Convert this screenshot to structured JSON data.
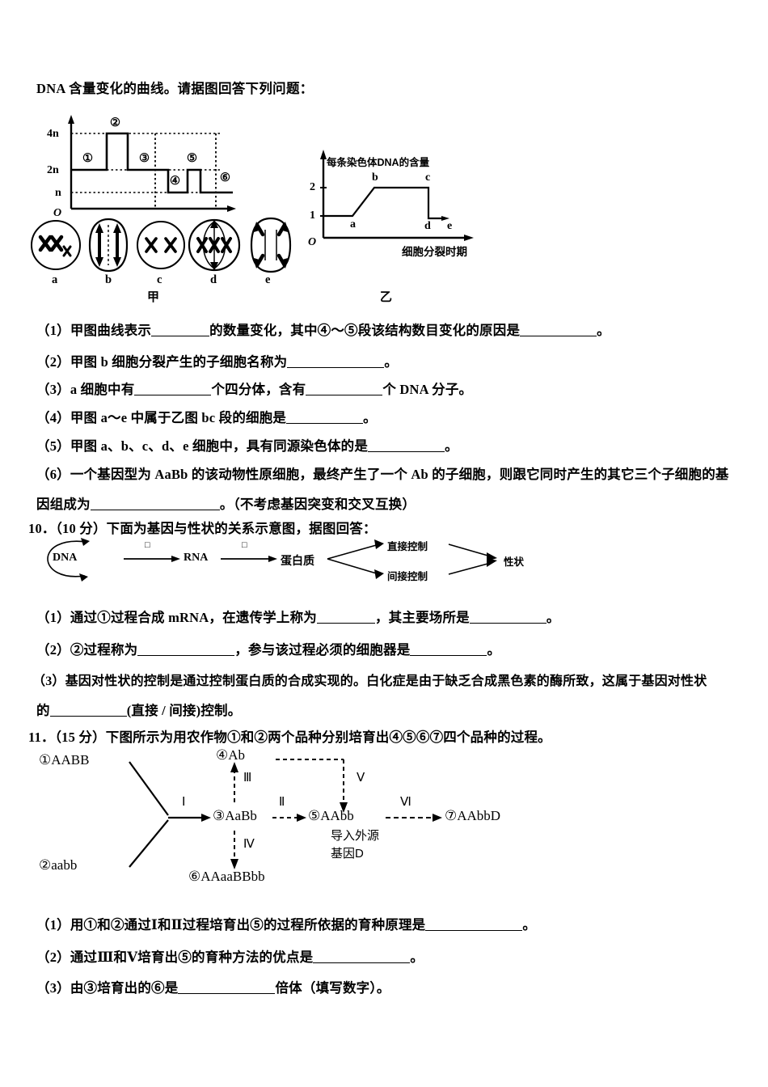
{
  "lead_text": "DNA 含量变化的曲线。请据图回答下列问题：",
  "chart_jia": {
    "caption": "甲",
    "origin_label": "O",
    "y_ticks": [
      "4n",
      "2n",
      "n"
    ],
    "segment_labels": [
      "①",
      "②",
      "③",
      "④",
      "⑤",
      "⑥"
    ],
    "cell_labels": [
      "a",
      "b",
      "c",
      "d",
      "e"
    ]
  },
  "chart_yi": {
    "caption": "乙",
    "origin_label": "O",
    "y_title": "每条染色体DNA的含量",
    "x_title": "细胞分裂时期",
    "y_ticks": [
      "2",
      "1"
    ],
    "point_labels": [
      "a",
      "b",
      "c",
      "d",
      "e"
    ]
  },
  "chart_data": [
    {
      "type": "line",
      "title": "甲",
      "xlabel": "",
      "ylabel": "",
      "ytick_labels": [
        "n",
        "2n",
        "4n"
      ],
      "ytick_values": [
        1,
        2,
        4
      ],
      "ylim": [
        0,
        4.6
      ],
      "grid": "dotted-horizontal",
      "annotations": [
        "①",
        "②",
        "③",
        "④",
        "⑤",
        "⑥"
      ],
      "x": [
        0,
        0.18,
        0.18,
        0.3,
        0.3,
        0.55,
        0.55,
        0.66,
        0.66,
        0.74,
        0.74,
        0.82,
        0.82,
        1.0
      ],
      "values": [
        2,
        2,
        4,
        4,
        2,
        2,
        1,
        1,
        2,
        2,
        1,
        1,
        1,
        1
      ],
      "description": "甲图：细胞分裂过程中DNA含量变化，从2n升至4n再降至2n，后降为n"
    },
    {
      "type": "line",
      "title": "乙",
      "xlabel": "细胞分裂时期",
      "ylabel": "每条染色体DNA的含量",
      "ytick_labels": [
        "1",
        "2"
      ],
      "ytick_values": [
        1,
        2
      ],
      "ylim": [
        0,
        2.8
      ],
      "grid": "off",
      "annotations": [
        "a",
        "b",
        "c",
        "d",
        "e"
      ],
      "x": [
        0,
        0.3,
        0.48,
        0.85,
        0.85,
        1.0
      ],
      "values": [
        1,
        1,
        2,
        2,
        1,
        1
      ],
      "description": "乙图：每条染色体DNA含量由1升至2，维持后回落至1"
    }
  ],
  "questions_9": [
    {
      "num": "（1）",
      "parts": [
        "甲图曲线表示",
        "的数量变化，其中④～⑤段该结构数目变化的原因是",
        "。"
      ],
      "blanks": [
        "b-s",
        "b-m"
      ]
    },
    {
      "num": "（2）",
      "parts": [
        "甲图 b 细胞分裂产生的子细胞名称为",
        "。"
      ],
      "blanks": [
        "b-l"
      ]
    },
    {
      "num": "（3）",
      "parts": [
        "a 细胞中有",
        "个四分体，含有",
        "个 DNA 分子。"
      ],
      "blanks": [
        "b-m",
        "b-m"
      ]
    },
    {
      "num": "（4）",
      "parts": [
        "甲图 a～e 中属于乙图 bc 段的细胞是",
        "。"
      ],
      "blanks": [
        "b-m"
      ]
    },
    {
      "num": "（5）",
      "parts": [
        "甲图 a、b、c、d、e 细胞中，具有同源染色体的是",
        "。"
      ],
      "blanks": [
        "b-m"
      ]
    }
  ],
  "question_9_6": {
    "num": "（6）",
    "line1": "一个基因型为 AaBb 的该动物性原细胞，最终产生了一个 Ab 的子细胞，则跟它同时产生的其它三个子细胞的基",
    "line2_pre": "因组成为",
    "line2_post": "。（不考虑基因突变和交叉互换）"
  },
  "question_10": {
    "header": "10．（10 分）下面为基因与性状的关系示意图，据图回答：",
    "diagram": {
      "dna": "DNA",
      "rna": "RNA",
      "protein": "蛋白质",
      "trait": "性状",
      "direct": "直接控制",
      "indirect": "间接控制",
      "arrow_box_1": "□",
      "arrow_box_2": "□"
    },
    "items": [
      {
        "num": "（1）",
        "parts": [
          "通过①过程合成 mRNA，在遗传学上称为",
          "，其主要场所是",
          "。"
        ],
        "blanks": [
          "b-s",
          "b-m"
        ]
      },
      {
        "num": "（2）",
        "parts": [
          "②过程称为",
          "，参与该过程必须的细胞器是",
          "。"
        ],
        "blanks": [
          "b-l",
          "b-m"
        ]
      }
    ],
    "item3_line1": "（3）基因对性状的控制是通过控制蛋白质的合成实现的。白化症是由于缺乏合成黑色素的酶所致，这属于基因对性状",
    "item3_line2_pre": "的",
    "item3_line2_post": "(直接 / 间接)控制。"
  },
  "question_11": {
    "header": "11．（15 分）下图所示为用农作物①和②两个品种分别培育出④⑤⑥⑦四个品种的过程。",
    "diagram": {
      "n1": "①AABB",
      "n2": "②aabb",
      "n3": "③AaBb",
      "n4": "④Ab",
      "n5": "⑤AAbb",
      "n6": "⑥AAaaBBbb",
      "n7": "⑦AAbbD",
      "r1": "Ⅰ",
      "r2": "Ⅱ",
      "r3": "Ⅲ",
      "r4": "Ⅳ",
      "r5": "Ⅴ",
      "r6": "Ⅵ",
      "note_line1": "导入外源",
      "note_line2": "基因D"
    },
    "items": [
      {
        "num": "（1）",
        "parts": [
          "用①和②通过Ⅰ和Ⅱ过程培育出⑤的过程所依据的育种原理是",
          "。"
        ],
        "blanks": [
          "b-l"
        ]
      },
      {
        "num": "（2）",
        "parts": [
          "通过Ⅲ和Ⅴ培育出⑤的育种方法的优点是",
          "。"
        ],
        "blanks": [
          "b-l"
        ]
      },
      {
        "num": "（3）",
        "parts": [
          "由③培育出的⑥是",
          "倍体（填写数字）。"
        ],
        "blanks": [
          "b-l"
        ]
      }
    ]
  }
}
